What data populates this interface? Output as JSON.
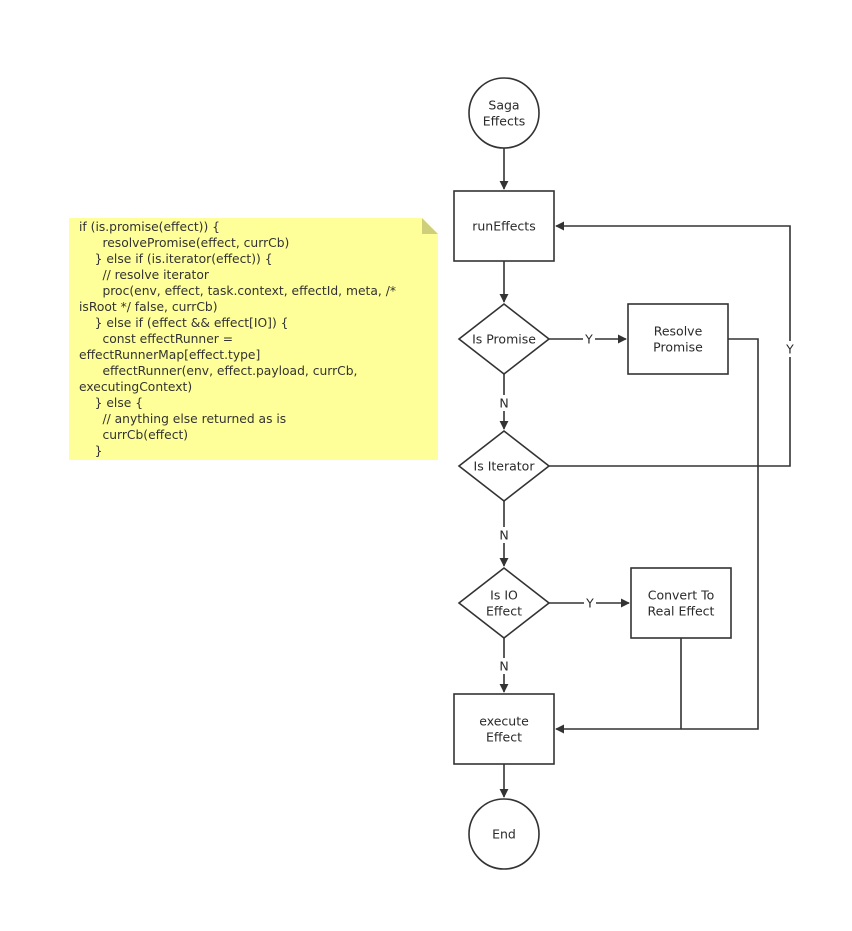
{
  "colors": {
    "stroke": "#333333",
    "note_fill": "#ffff99",
    "note_fold": "#cfcf7a",
    "background": "#ffffff"
  },
  "nodes": {
    "start": {
      "shape": "circle",
      "label_lines": [
        "Saga",
        "Effects"
      ]
    },
    "run_effects": {
      "shape": "rect",
      "label_lines": [
        "runEffects"
      ]
    },
    "is_promise": {
      "shape": "diamond",
      "label_lines": [
        "Is Promise"
      ]
    },
    "resolve_promise": {
      "shape": "rect",
      "label_lines": [
        "Resolve",
        "Promise"
      ]
    },
    "is_iterator": {
      "shape": "diamond",
      "label_lines": [
        "Is Iterator"
      ]
    },
    "is_io_effect": {
      "shape": "diamond",
      "label_lines": [
        "Is IO",
        "Effect"
      ]
    },
    "convert_effect": {
      "shape": "rect",
      "label_lines": [
        "Convert To",
        "Real Effect"
      ]
    },
    "execute_effect": {
      "shape": "rect",
      "label_lines": [
        "execute",
        "Effect"
      ]
    },
    "end": {
      "shape": "circle",
      "label_lines": [
        "End"
      ]
    }
  },
  "edges": [
    {
      "from": "start",
      "to": "run_effects",
      "label": ""
    },
    {
      "from": "run_effects",
      "to": "is_promise",
      "label": ""
    },
    {
      "from": "is_promise",
      "to": "resolve_promise",
      "label": "Y"
    },
    {
      "from": "is_promise",
      "to": "is_iterator",
      "label": "N"
    },
    {
      "from": "is_iterator",
      "to": "run_effects",
      "label": "Y"
    },
    {
      "from": "is_iterator",
      "to": "is_io_effect",
      "label": "N"
    },
    {
      "from": "is_io_effect",
      "to": "convert_effect",
      "label": "Y"
    },
    {
      "from": "is_io_effect",
      "to": "execute_effect",
      "label": "N"
    },
    {
      "from": "resolve_promise",
      "to": "execute_effect",
      "label": ""
    },
    {
      "from": "convert_effect",
      "to": "execute_effect",
      "label": ""
    },
    {
      "from": "execute_effect",
      "to": "end",
      "label": ""
    }
  ],
  "note": {
    "lines": [
      "if (is.promise(effect)) {",
      "      resolvePromise(effect, currCb)",
      "    } else if (is.iterator(effect)) {",
      "      // resolve iterator",
      "      proc(env, effect, task.context, effectId, meta, /*",
      "isRoot */ false, currCb)",
      "    } else if (effect && effect[IO]) {",
      "      const effectRunner =",
      "effectRunnerMap[effect.type]",
      "      effectRunner(env, effect.payload, currCb,",
      "executingContext)",
      "    } else {",
      "      // anything else returned as is",
      "      currCb(effect)",
      "    }"
    ]
  }
}
